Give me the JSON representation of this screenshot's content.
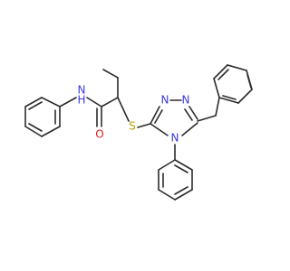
{
  "molecule": {
    "atoms": {
      "nitrogen_amide": {
        "text": "N",
        "color": "#3a3ae0"
      },
      "hydrogen_amide": {
        "text": "H",
        "color": "#3a3ae0"
      },
      "oxygen_carbonyl": {
        "text": "O",
        "color": "#e02020"
      },
      "sulfur_thioether": {
        "text": "S",
        "color": "#b8a000"
      },
      "nitrogen_triazole_1": {
        "text": "N",
        "color": "#3a3ae0"
      },
      "nitrogen_triazole_2": {
        "text": "N",
        "color": "#3a3ae0"
      },
      "nitrogen_triazole_4": {
        "text": "N",
        "color": "#3a3ae0"
      }
    }
  }
}
